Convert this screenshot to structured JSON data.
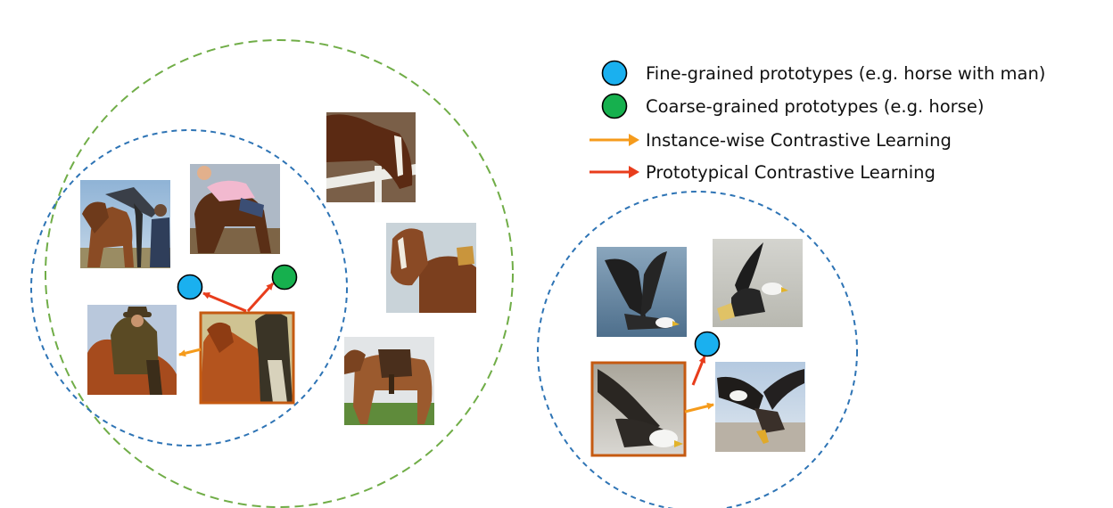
{
  "legend": [
    {
      "marker": "circle",
      "color": "#1ab0ef",
      "label": "Fine-grained prototypes (e.g. horse with man)"
    },
    {
      "marker": "circle",
      "color": "#16b04e",
      "label": "Coarse-grained prototypes (e.g. horse)"
    },
    {
      "marker": "arrow",
      "color": "#f59b1c",
      "label": "Instance-wise Contrastive Learning"
    },
    {
      "marker": "arrow",
      "color": "#e83d1c",
      "label": "Prototypical Contrastive Learning"
    }
  ],
  "colors": {
    "fine_prototype": "#1ab0ef",
    "coarse_prototype": "#16b04e",
    "instance_arrow": "#f59b1c",
    "prototypical_arrow": "#e83d1c",
    "fine_cluster_border": "#2e74b5",
    "coarse_cluster_border": "#70ad47",
    "anchor_frame": "#c55a11"
  },
  "images": [
    {
      "id": "horse-cart",
      "subject": "horse with man",
      "group": "fine-horse"
    },
    {
      "id": "horse-rider-pink",
      "subject": "horse with man",
      "group": "fine-horse"
    },
    {
      "id": "cowboy-rider",
      "subject": "horse with man",
      "group": "fine-horse"
    },
    {
      "id": "anchor-rider",
      "subject": "horse with man",
      "group": "fine-horse",
      "anchor": true
    },
    {
      "id": "horse-head-fence",
      "subject": "horse",
      "group": "coarse-horse"
    },
    {
      "id": "horse-bridle",
      "subject": "horse",
      "group": "coarse-horse"
    },
    {
      "id": "saddled-horse",
      "subject": "horse",
      "group": "coarse-horse"
    },
    {
      "id": "eagle-1",
      "subject": "eagle",
      "group": "fine-eagle"
    },
    {
      "id": "eagle-2",
      "subject": "eagle",
      "group": "fine-eagle"
    },
    {
      "id": "anchor-eagle",
      "subject": "eagle",
      "group": "fine-eagle",
      "anchor": true
    },
    {
      "id": "eagle-catch",
      "subject": "eagle",
      "group": "fine-eagle"
    }
  ]
}
